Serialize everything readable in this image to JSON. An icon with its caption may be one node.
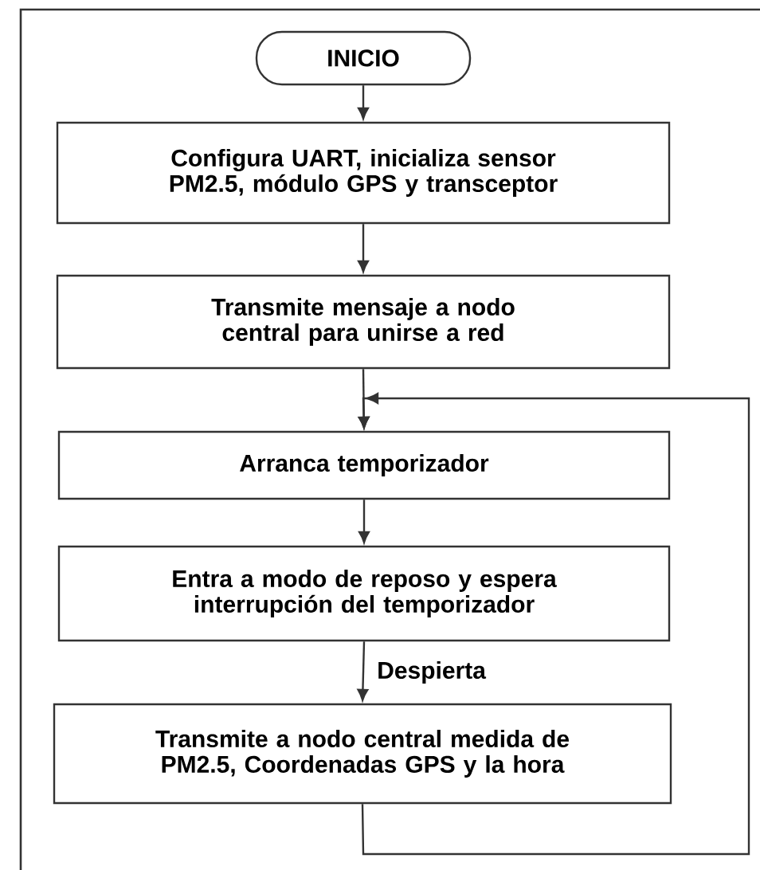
{
  "diagram": {
    "nodes": [
      {
        "text": [
          "INICIO"
        ]
      },
      {
        "text": [
          "Configura UART, inicializa sensor PM2.5, módulo GPS y transceptor"
        ]
      },
      {
        "text": [
          "Transmite mensaje a nodo central para unirse a red"
        ]
      },
      {
        "text": [
          "Arranca temporizador"
        ]
      },
      {
        "text": [
          "Entra a modo de reposo y espera interrupción del temporizador"
        ]
      },
      {
        "text": [
          "Transmite a nodo central medida de PM2.5, Coordenadas GPS y la hora"
        ]
      }
    ],
    "edges": [
      {
        "from": 0,
        "to": 1,
        "arrow": "to"
      },
      {
        "from": 1,
        "to": 2,
        "arrow": "to"
      },
      {
        "from": 2,
        "to": 3,
        "arrow": "to"
      },
      {
        "from": 3,
        "to": 4,
        "arrow": "to"
      },
      {
        "from": 4,
        "to": 5,
        "arrow": "to",
        "label": "Despierta"
      },
      {
        "from": 5,
        "to": 3,
        "arrow": "to"
      }
    ]
  }
}
